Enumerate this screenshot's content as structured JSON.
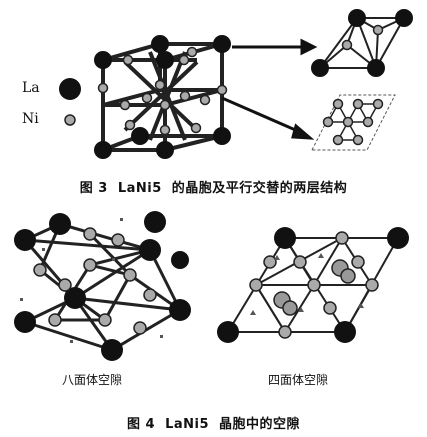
{
  "figure3": {
    "caption_number": "图 3",
    "caption_formula": "LaNi5",
    "caption_text": "的晶胞及平行交替的两层结构",
    "legend": {
      "la": "La",
      "ni": "Ni"
    }
  },
  "figure4": {
    "caption_number": "图 4",
    "caption_formula": "LaNi5",
    "caption_text": "晶胞中的空隙",
    "legend": {
      "octahedral": "八面体空隙",
      "tetrahedral": "四面体空隙"
    }
  },
  "colors": {
    "la_atom": "#111111",
    "ni_atom": "#9a9a9a",
    "line": "#222222"
  }
}
